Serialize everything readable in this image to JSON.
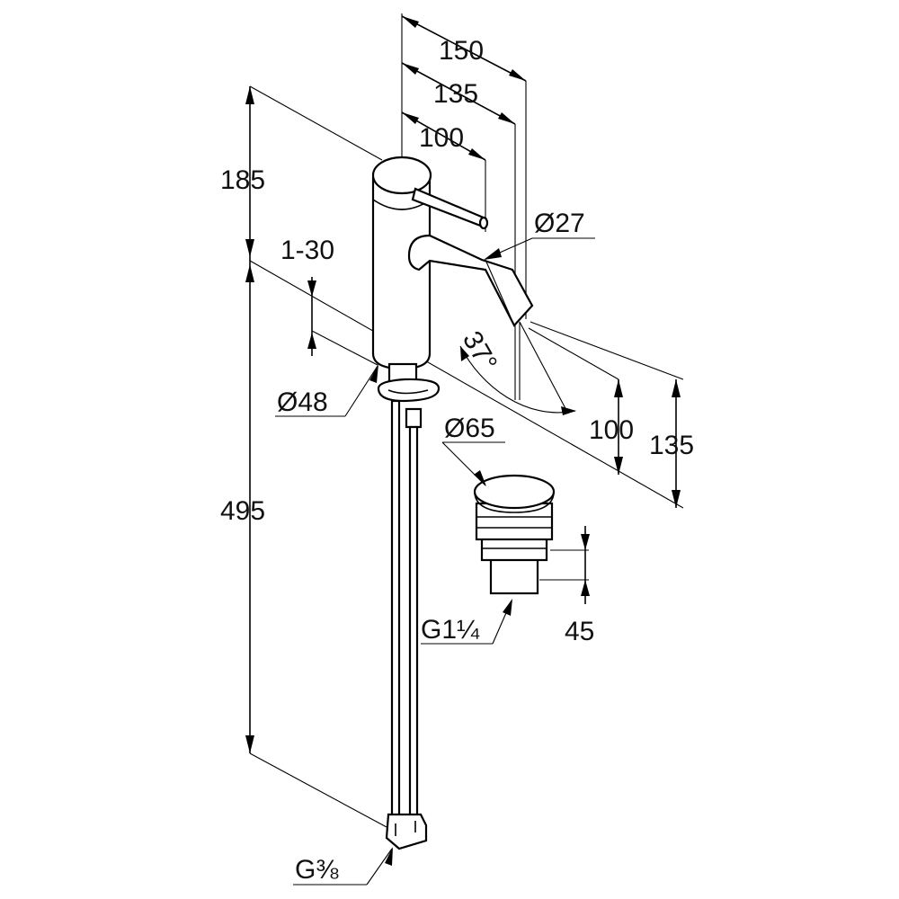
{
  "dimensions": {
    "top_150": "150",
    "top_135": "135",
    "top_100": "100",
    "height_185": "185",
    "adjust_1_30": "1-30",
    "diameter_27": "Ø27",
    "angle_37": "37°",
    "diameter_48": "Ø48",
    "right_100": "100",
    "right_135": "135",
    "diameter_65": "Ø65",
    "height_495": "495",
    "drain_45": "45",
    "thread_g1_4": "G1¼",
    "thread_g3_8": "G⅜"
  }
}
